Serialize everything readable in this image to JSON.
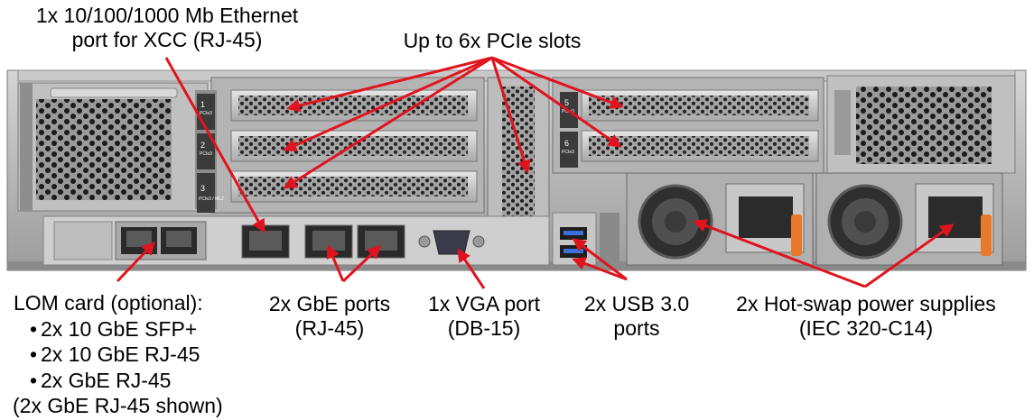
{
  "callouts": {
    "xcc": {
      "line1": "1x 10/100/1000  Mb Ethernet",
      "line2": "port for XCC (RJ-45)"
    },
    "pcie": {
      "text": "Up to 6x PCIe slots"
    },
    "lom": {
      "title": "LOM card (optional):",
      "items": [
        "2x 10 GbE SFP+",
        "2x 10 GbE RJ-45",
        "2x GbE RJ-45"
      ],
      "note": "(2x GbE RJ-45 shown)"
    },
    "gbe": {
      "line1": "2x GbE ports",
      "line2": "(RJ-45)"
    },
    "vga": {
      "line1": "1x VGA port",
      "line2": "(DB-15)"
    },
    "usb": {
      "line1": "2x USB 3.0",
      "line2": "ports"
    },
    "psu": {
      "line1": "2x Hot-swap power supplies",
      "line2": "(IEC 320-C14)"
    }
  },
  "slot_labels": {
    "s1": "1",
    "s1_sub": "PCIe3",
    "s2": "2",
    "s2_sub": "PCIe3",
    "s3": "3",
    "s3_sub": "PCIe3 / ML2",
    "s5": "5",
    "s5_sub": "PCIe3",
    "s6": "6",
    "s6_sub": "PCIe3"
  },
  "colors": {
    "arrow": "#e0141e",
    "chassis": "#b9b9b9",
    "chassis_dark": "#6e6e6e",
    "psu_handle": "#e8782a"
  }
}
